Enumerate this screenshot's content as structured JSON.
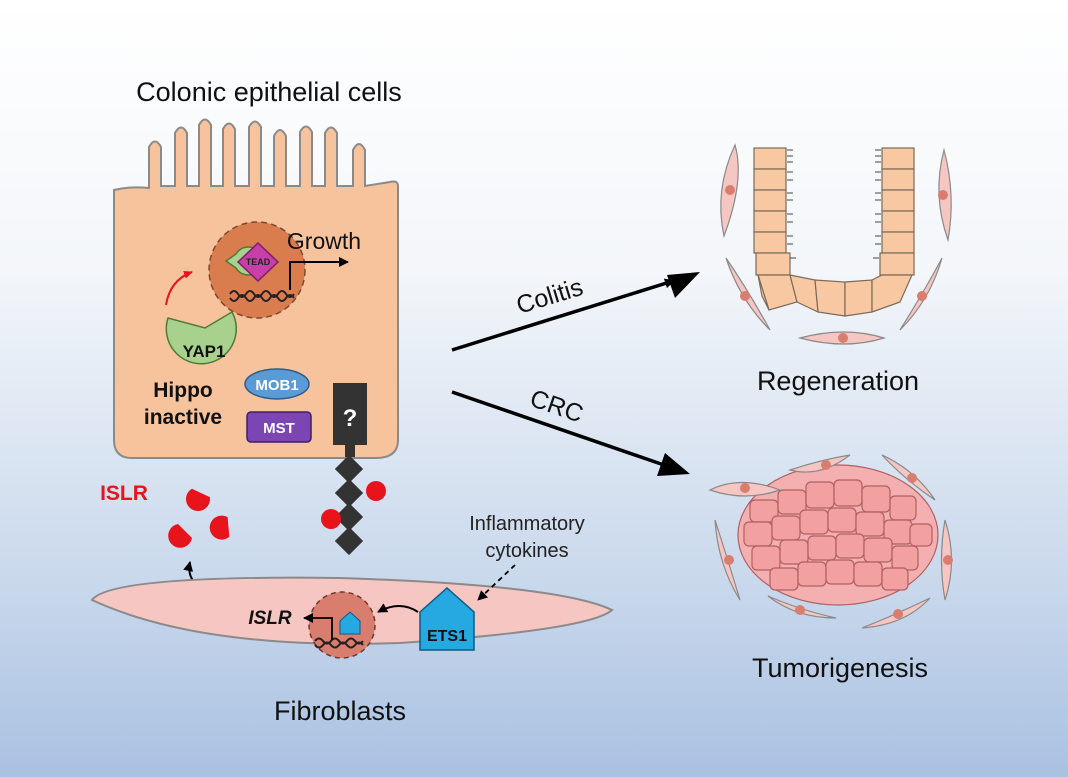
{
  "labels": {
    "colonic_epithelial_cells": "Colonic epithelial cells",
    "growth": "Growth",
    "tead": "TEAD",
    "yap1": "YAP1",
    "hippo_line1": "Hippo",
    "hippo_line2": "inactive",
    "mob1": "MOB1",
    "mst": "MST",
    "receptor_unknown": "?",
    "islr_protein": "ISLR",
    "inflammatory_line1": "Inflammatory",
    "inflammatory_line2": "cytokines",
    "islr_gene": "ISLR",
    "ets1": "ETS1",
    "fibroblasts": "Fibroblasts",
    "colitis": "Colitis",
    "crc": "CRC",
    "regeneration": "Regeneration",
    "tumorigenesis": "Tumorigenesis"
  },
  "colors": {
    "cell_fill": "#f7c39d",
    "nucleus_fill": "#d97d4f",
    "fibroblast_fill": "#f6c6c2",
    "islr_red": "#e8141b",
    "yap1_green": "#a9d18e",
    "tead_magenta": "#c83fa8",
    "mob1_blue": "#5b9bd5",
    "mst_purple": "#7b46b4",
    "ets1_cyan": "#25a9e0",
    "crypt_fill": "#f8c8a2",
    "tumor_fill": "#f2a0a0"
  }
}
